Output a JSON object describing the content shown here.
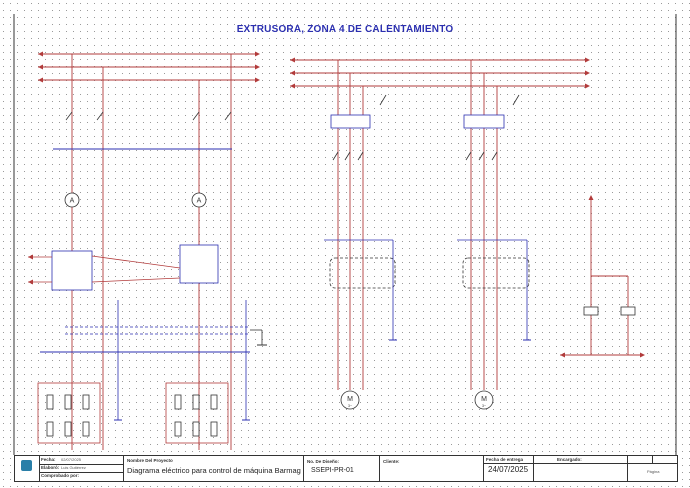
{
  "title": "EXTRUSORA, ZONA 4 DE CALENTAMIENTO",
  "colors": {
    "power": "#b23b3b",
    "control": "#2b2fb0",
    "frame": "#333333"
  },
  "motors": [
    {
      "symbol": "M",
      "phase": "3~"
    },
    {
      "symbol": "M",
      "phase": "3~"
    }
  ],
  "meters": [
    {
      "symbol": "A"
    },
    {
      "symbol": "A"
    }
  ],
  "title_block": {
    "date_label": "Fecha:",
    "date_value": "02/07/2025",
    "author_label": "Elaboró:",
    "author_value": "Luis Gutiérrez",
    "checked_label": "Comprobado por:",
    "project_label": "Nombre Del Proyecto",
    "project_value": "Diagrama eléctrico para control de máquina Barmag",
    "drawing_label": "No. De Diseño:",
    "drawing_value": "SSEPI-PR-01",
    "client_label": "Cliente:",
    "delivery_label": "Fecha de entrega",
    "delivery_value": "24/07/2025",
    "manager_label": "Encargado:",
    "page_label": "Página"
  }
}
